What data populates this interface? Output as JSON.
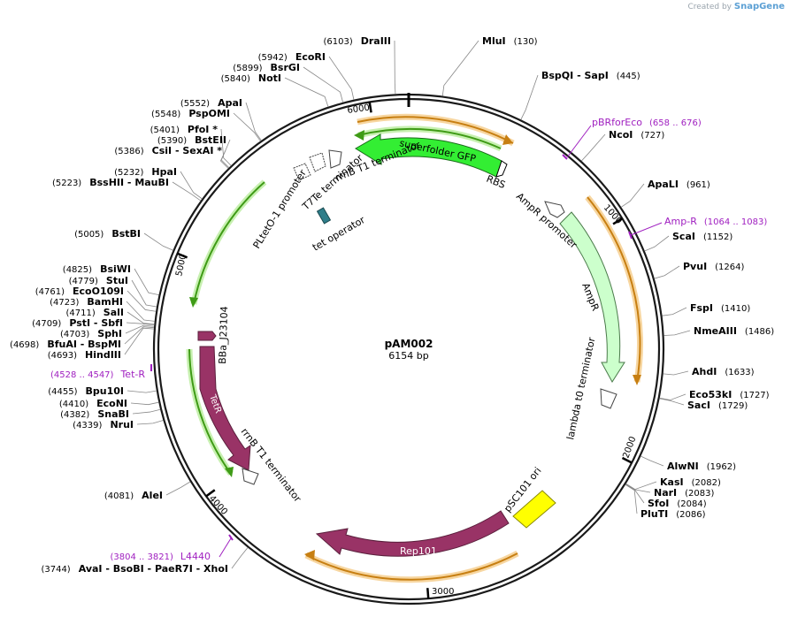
{
  "credit": {
    "prefix": "Created by",
    "brand": "SnapGene"
  },
  "plasmid": {
    "name": "pAM002",
    "size_label": "6154 bp",
    "length": 6154
  },
  "ticks": [
    "1000",
    "2000",
    "3000",
    "4000",
    "5000",
    "6000"
  ],
  "sites_right": [
    {
      "name": "MluI",
      "pos": "(130)"
    },
    {
      "name": "BspQI   - SapI",
      "pos": "(445)"
    },
    {
      "name": "NcoI",
      "pos": "(727)"
    },
    {
      "name": "ApaLI",
      "pos": "(961)"
    },
    {
      "name": "ScaI",
      "pos": "(1152)"
    },
    {
      "name": "PvuI",
      "pos": "(1264)"
    },
    {
      "name": "FspI",
      "pos": "(1410)"
    },
    {
      "name": "NmeAIII",
      "pos": "(1486)"
    },
    {
      "name": "AhdI",
      "pos": "(1633)"
    },
    {
      "name": "Eco53kI",
      "pos": "(1727)"
    },
    {
      "name": "SacI",
      "pos": "(1729)"
    },
    {
      "name": "AlwNI",
      "pos": "(1962)"
    },
    {
      "name": "KasI",
      "pos": "(2082)"
    },
    {
      "name": "NarI",
      "pos": "(2083)"
    },
    {
      "name": "SfoI",
      "pos": "(2084)"
    },
    {
      "name": "PluTI",
      "pos": "(2086)"
    }
  ],
  "sites_left": [
    {
      "name": "DraIII",
      "pos": "(6103)"
    },
    {
      "name": "EcoRI",
      "pos": "(5942)"
    },
    {
      "name": "BsrGI",
      "pos": "(5899)"
    },
    {
      "name": "NotI",
      "pos": "(5840)"
    },
    {
      "name": "ApaI",
      "pos": "(5552)"
    },
    {
      "name": "PspOMI",
      "pos": "(5548)"
    },
    {
      "name": "PfoI *",
      "pos": "(5401)"
    },
    {
      "name": "BstEII",
      "pos": "(5390)"
    },
    {
      "name": "CsiI   - SexAI *",
      "pos": "(5386)"
    },
    {
      "name": "HpaI",
      "pos": "(5232)"
    },
    {
      "name": "BssHII   - MauBI",
      "pos": "(5223)"
    },
    {
      "name": "BstBI",
      "pos": "(5005)"
    },
    {
      "name": "BsiWI",
      "pos": "(4825)"
    },
    {
      "name": "StuI",
      "pos": "(4779)"
    },
    {
      "name": "EcoO109I",
      "pos": "(4761)"
    },
    {
      "name": "BamHI",
      "pos": "(4723)"
    },
    {
      "name": "SalI",
      "pos": "(4711)"
    },
    {
      "name": "PstI   - SbfI",
      "pos": "(4709)"
    },
    {
      "name": "SphI",
      "pos": "(4703)"
    },
    {
      "name": "BfuAI   - BspMI",
      "pos": "(4698)"
    },
    {
      "name": "HindIII",
      "pos": "(4693)"
    },
    {
      "name": "Bpu10I",
      "pos": "(4455)"
    },
    {
      "name": "EcoNI",
      "pos": "(4410)"
    },
    {
      "name": "SnaBI",
      "pos": "(4382)"
    },
    {
      "name": "NruI",
      "pos": "(4339)"
    },
    {
      "name": "AleI",
      "pos": "(4081)"
    },
    {
      "name": "AvaI   - BsoBI   - PaeR7I   - XhoI",
      "pos": "(3744)"
    }
  ],
  "primers": [
    {
      "name": "pBRforEco",
      "range": "(658 .. 676)"
    },
    {
      "name": "Amp-R",
      "range": "(1064 .. 1083)"
    },
    {
      "name": "Tet-R",
      "range": "(4528 .. 4547)"
    },
    {
      "name": "L4440",
      "range": "(3804 .. 3821)"
    }
  ],
  "features": {
    "gfp": "superfolder GFP",
    "rbs": "RBS",
    "ampr_promoter": "AmpR promoter",
    "ampr": "AmpR",
    "lambda_t0": "lambda t0 terminator",
    "psc101": "pSC101 ori",
    "rep101": "Rep101",
    "rrnb_t1_bottom": "rrnB T1 terminator",
    "tetr": "TetR",
    "bba": "BBa_J23104",
    "pltet": "PLtetO-1 promoter",
    "t7te": "T7Te terminator",
    "rrnb_t1_top": "rrnB T1 terminator",
    "tet_operator": "tet operator"
  },
  "colors": {
    "gfp": "#33ee33",
    "ampr": "#ccffcc",
    "rep": "#993366",
    "ori": "#ffff00",
    "primer": "#a020c0",
    "orf_orange": "#e49b1a",
    "orf_green": "#3f9b16",
    "tet_operator": "#2f7e8a"
  }
}
